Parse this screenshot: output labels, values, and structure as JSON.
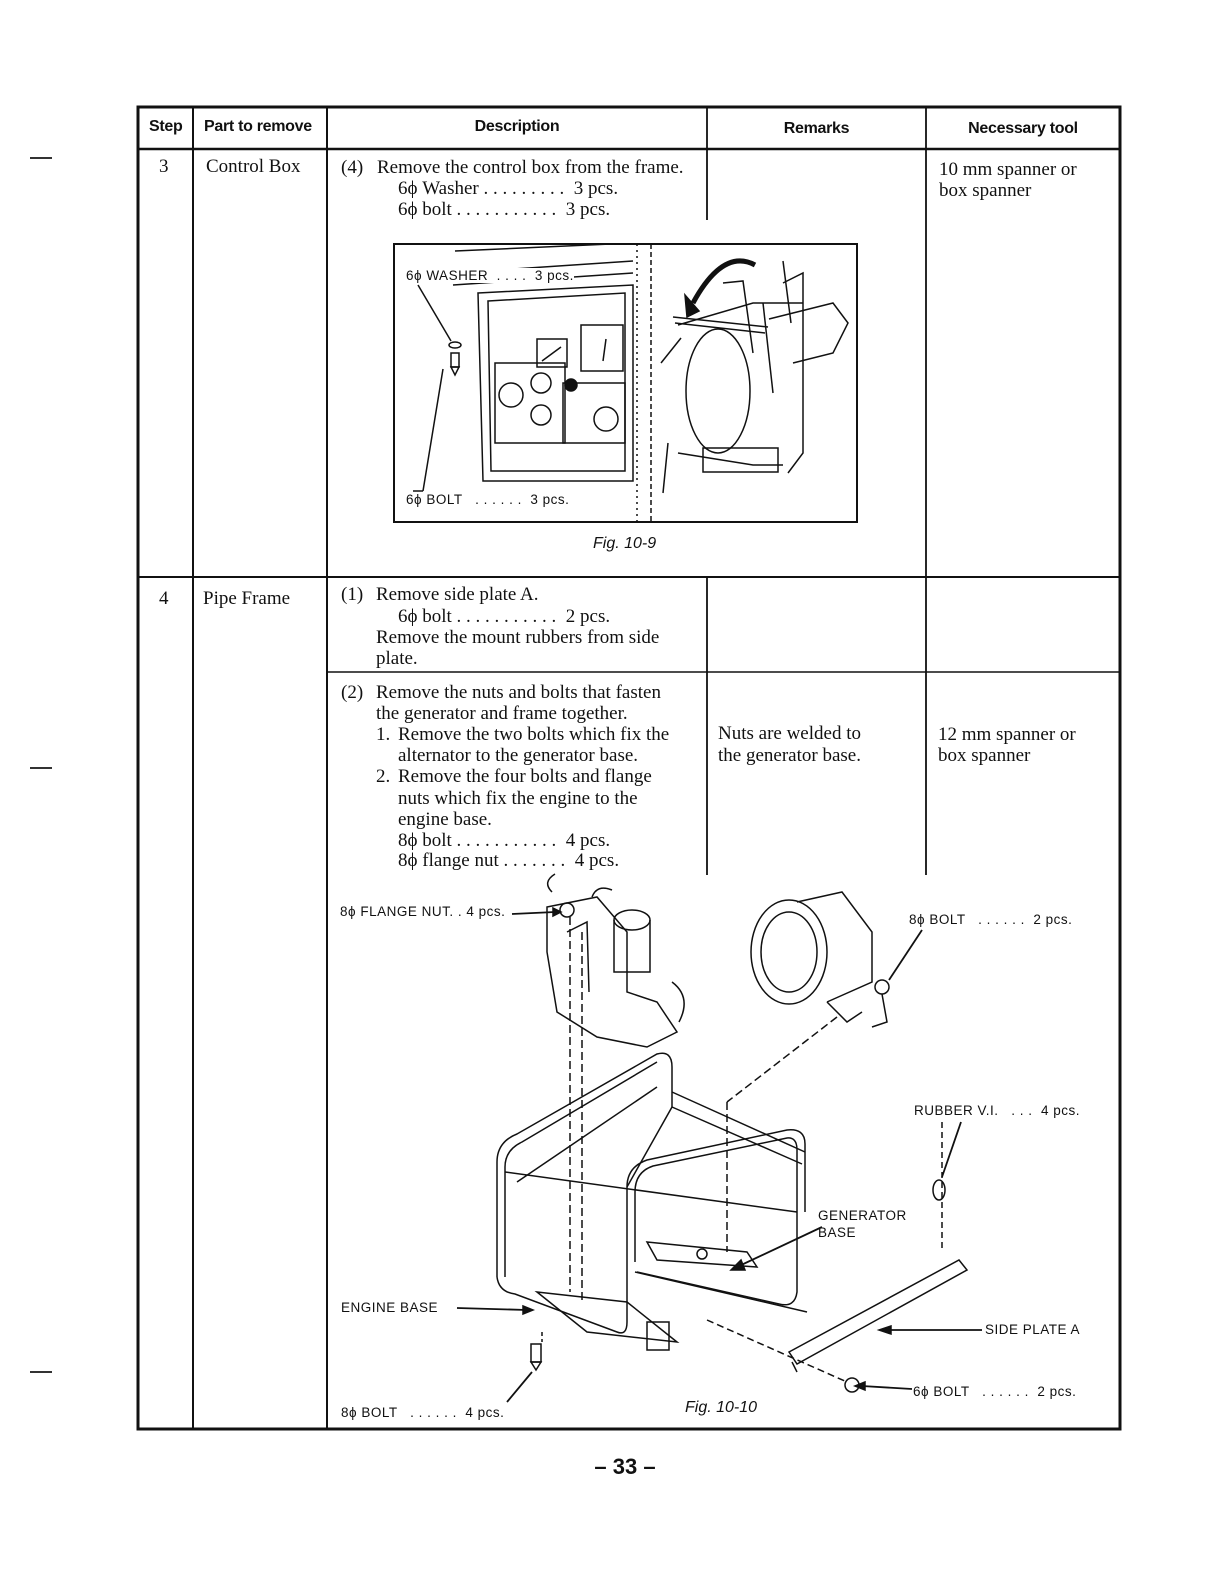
{
  "table": {
    "headers": {
      "step": "Step",
      "part": "Part to remove",
      "description": "Description",
      "remarks": "Remarks",
      "tool": "Necessary tool"
    },
    "row3": {
      "step": "3",
      "part": "Control Box",
      "desc": {
        "num": "(4)",
        "line1": "Remove the control box from the frame.",
        "line2": "6ϕ Washer . . . . . . . . .  3 pcs.",
        "line3": "6ϕ bolt . . . . . . . . . . .  3 pcs."
      },
      "tool": {
        "line1": "10 mm spanner or",
        "line2": "box spanner"
      },
      "figure": {
        "washer_label": "6ϕ WASHER  . . . .  3 pcs.",
        "bolt_label": "6ϕ BOLT   . . . . . .  3 pcs.",
        "caption": "Fig.  10-9"
      }
    },
    "row4": {
      "step": "4",
      "part": "Pipe Frame",
      "desc1": {
        "num": "(1)",
        "line1": "Remove side plate A.",
        "line2": "6ϕ bolt . . . . . . . . . . .  2 pcs.",
        "line3": "Remove the mount rubbers from side",
        "line4": "plate."
      },
      "desc2": {
        "num": "(2)",
        "line1": "Remove the nuts and bolts that fasten",
        "line2": "the generator and frame together.",
        "item1_num": "1.",
        "item1_line1": "Remove the two bolts which fix the",
        "item1_line2": "alternator to the generator base.",
        "item2_num": "2.",
        "item2_line1": "Remove the four bolts and flange",
        "item2_line2": "nuts which fix the engine to the",
        "item2_line3": "engine base.",
        "line_bolt": "8ϕ bolt . . . . . . . . . . .  4 pcs.",
        "line_nut": "8ϕ flange nut . . . . . . .  4 pcs."
      },
      "remarks": {
        "line1": "Nuts are welded to",
        "line2": "the generator base."
      },
      "tool": {
        "line1": "12 mm spanner or",
        "line2": "box spanner"
      },
      "figure": {
        "flange_nut_label": "8ϕ FLANGE NUT. . 4 pcs.",
        "bolt8_top_label": "8ϕ BOLT   . . . . . .  2 pcs.",
        "rubber_label": "RUBBER V.I.   . . .  4 pcs.",
        "generator_base_line1": "GENERATOR",
        "generator_base_line2": "BASE",
        "engine_base_label": "ENGINE BASE",
        "side_plate_label": "SIDE PLATE A",
        "bolt6_label": "6ϕ BOLT   . . . . . .  2 pcs.",
        "bolt8_bottom_label": "8ϕ BOLT   . . . . . .  4 pcs.",
        "caption": "Fig.  10-10"
      }
    }
  },
  "page_number": "– 33 –"
}
